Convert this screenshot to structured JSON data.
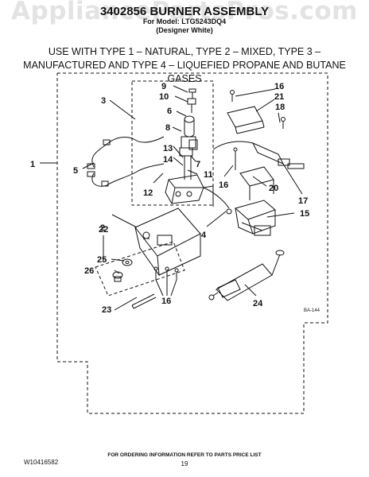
{
  "header": {
    "watermark": "AppliancePartsPros.com",
    "title": "3402856 BURNER ASSEMBLY",
    "model": "For Model: LTG5243DQ4",
    "variant": "(Designer White)"
  },
  "usage_note": "USE WITH TYPE 1 – NATURAL, TYPE 2 – MIXED, TYPE 3 – MANUFACTURED AND TYPE 4 – LIQUEFIED PROPANE AND BUTANE GASES",
  "callouts": {
    "c1": "1",
    "c2": "2",
    "c3": "3",
    "c4": "4",
    "c5": "5",
    "c6": "6",
    "c7": "7",
    "c8": "8",
    "c9": "9",
    "c10": "10",
    "c11": "11",
    "c12": "12",
    "c13": "13",
    "c14": "14",
    "c15": "15",
    "c16a": "16",
    "c16b": "16",
    "c16c": "16",
    "c17": "17",
    "c18": "18",
    "c20": "20",
    "c21": "21",
    "c22": "22",
    "c23": "23",
    "c24": "24",
    "c25": "25",
    "c26": "26"
  },
  "diagram_ref": "BA-144",
  "footer": {
    "doc_number": "W10416582",
    "note": "FOR ORDERING INFORMATION REFER TO PARTS PRICE LIST",
    "page": "19"
  }
}
